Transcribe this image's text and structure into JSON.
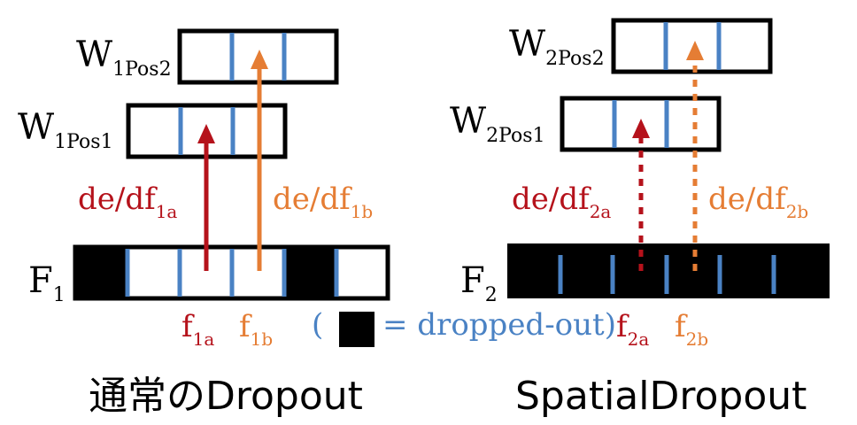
{
  "colors": {
    "red": "#b5121b",
    "orange": "#e57d34",
    "blue": "#4a82c4",
    "black": "#000000",
    "white": "#ffffff"
  },
  "left": {
    "w_pos2": {
      "main": "W",
      "sub": "1Pos2"
    },
    "w_pos1": {
      "main": "W",
      "sub": "1Pos1"
    },
    "grad_a": {
      "main": "de/df",
      "sub": "1a"
    },
    "grad_b": {
      "main": "de/df",
      "sub": "1b"
    },
    "feature": {
      "main": "F",
      "sub": "1"
    },
    "f_a": {
      "main": "f",
      "sub": "1a"
    },
    "f_b": {
      "main": "f",
      "sub": "1b"
    },
    "caption": "通常のDropout"
  },
  "right": {
    "w_pos2": {
      "main": "W",
      "sub": "2Pos2"
    },
    "w_pos1": {
      "main": "W",
      "sub": "2Pos1"
    },
    "grad_a": {
      "main": "de/df",
      "sub": "2a"
    },
    "grad_b": {
      "main": "de/df",
      "sub": "2b"
    },
    "feature": {
      "main": "F",
      "sub": "2"
    },
    "f_a": {
      "main": "f",
      "sub": "2a"
    },
    "f_b": {
      "main": "f",
      "sub": "2b"
    },
    "caption": "SpatialDropout"
  },
  "legend": {
    "open": "(",
    "text": "= dropped-out)"
  }
}
